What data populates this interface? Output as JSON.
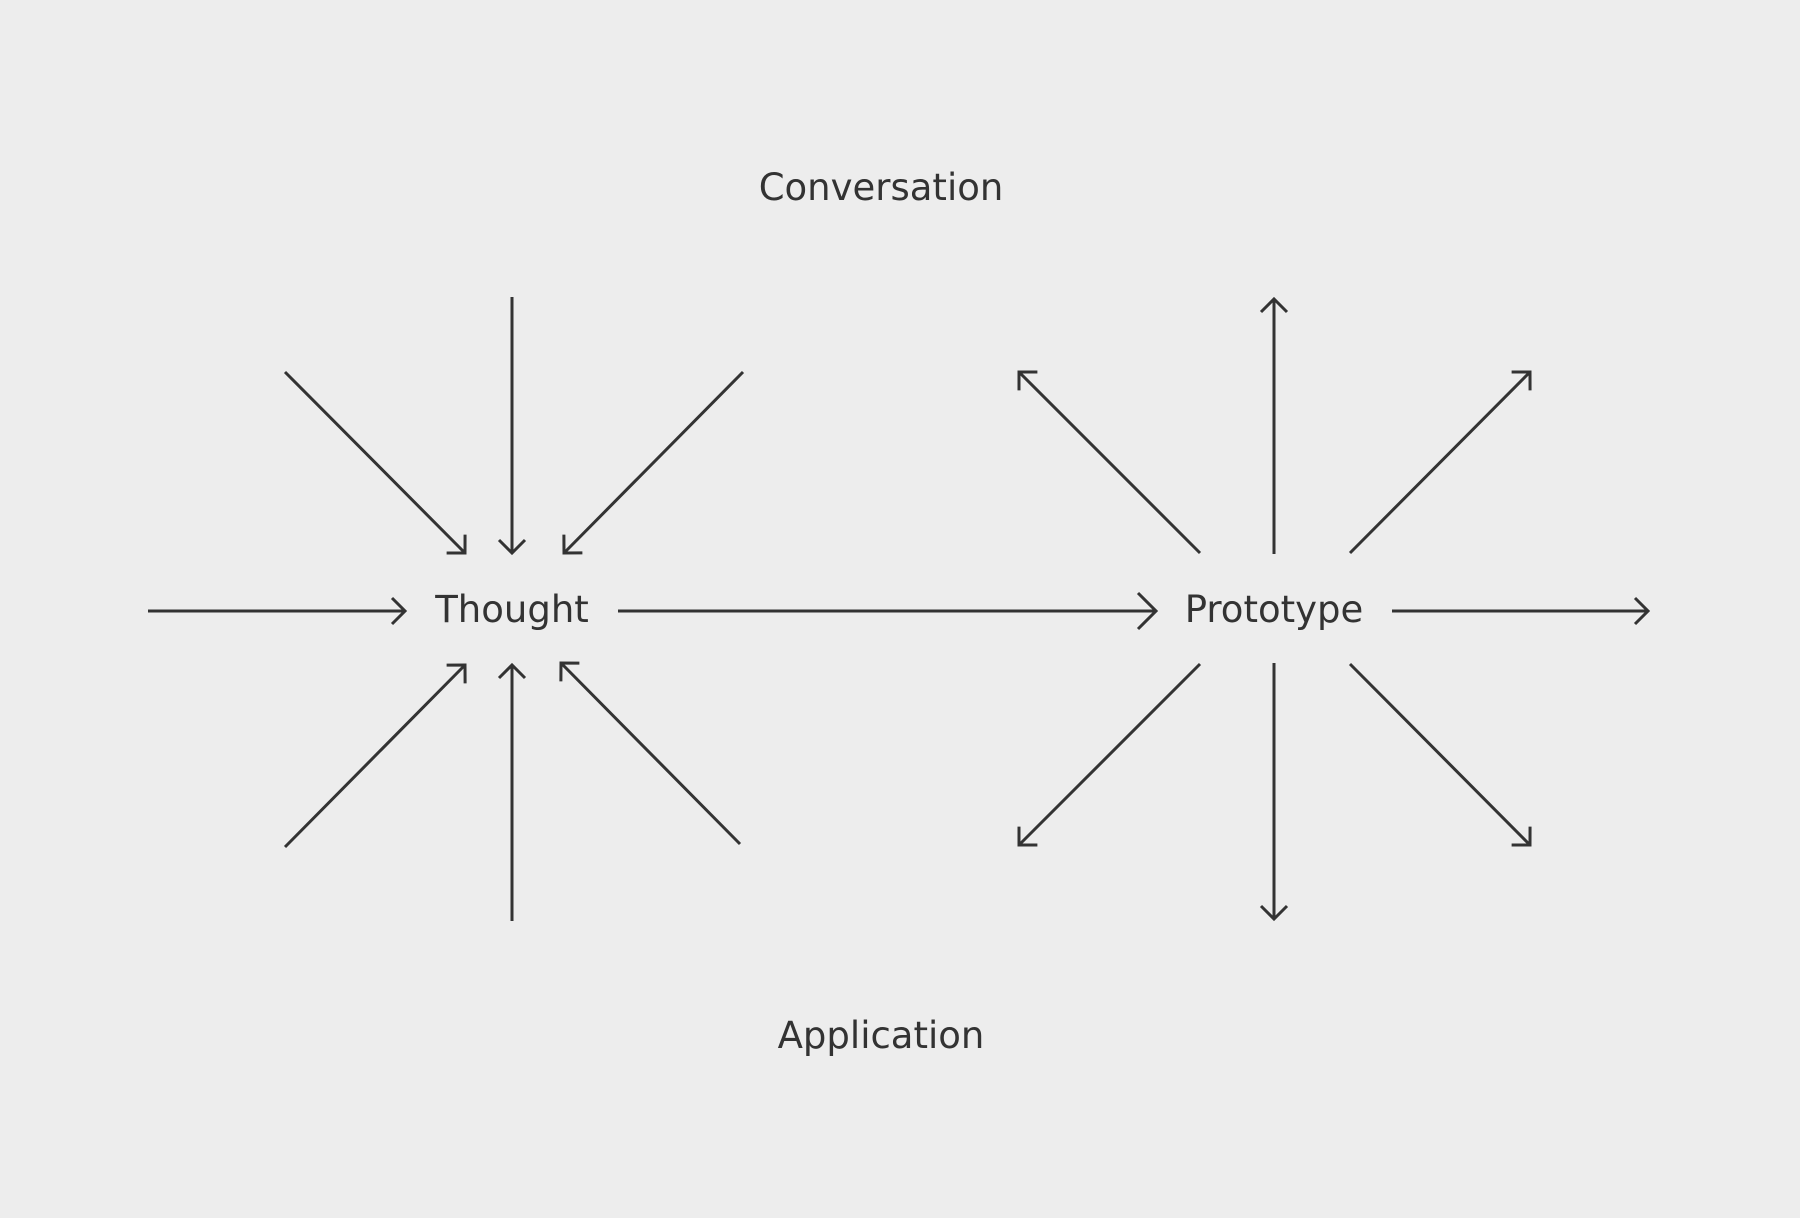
{
  "labels": {
    "top": "Conversation",
    "bottom": "Application",
    "left_node": "Thought",
    "right_node": "Prototype"
  },
  "colors": {
    "background": "#ededed",
    "ink": "#333333"
  }
}
